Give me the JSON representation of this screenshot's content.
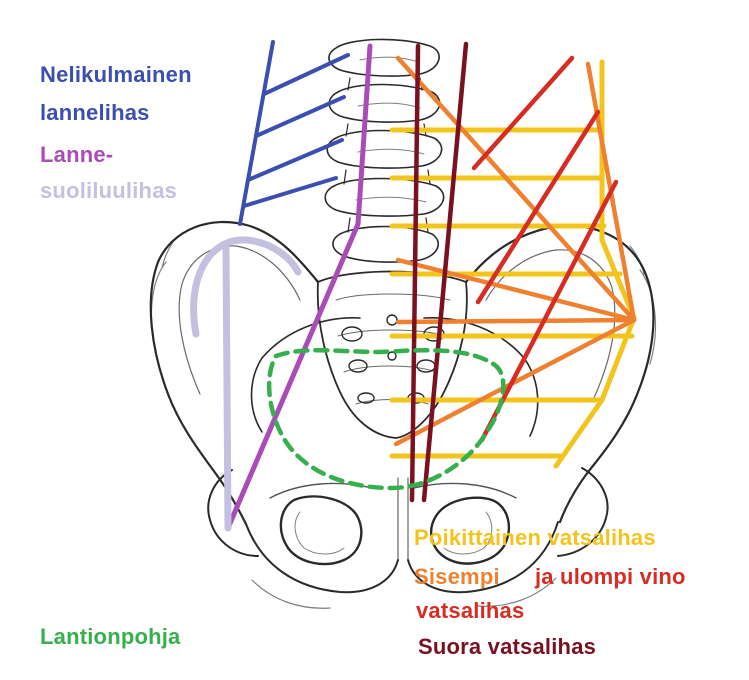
{
  "labels": {
    "quadratus_line1": "Nelikulmainen",
    "quadratus_line2": "lannelihas",
    "iliopsoas_line1": "Lanne-",
    "iliopsoas_line2": "suoliluulihas",
    "transversus": "Poikittainen vatsalihas",
    "internal_part": "Sisempi",
    "oblique_part": "ja ulompi vino",
    "oblique_line2": "vatsalihas",
    "rectus": "Suora vatsalihas",
    "pelvic_floor": "Lantionpohja"
  },
  "colors": {
    "quadratus": "#3a4fb0",
    "lanne": "#a94cb8",
    "suoliluu": "#c3c0e0",
    "transversus": "#f3c41e",
    "internal_oblique": "#ee8030",
    "external_oblique": "#d62c22",
    "rectus": "#7a1020",
    "pelvic_floor": "#36b04c",
    "sketch": "#2a2a2a"
  }
}
